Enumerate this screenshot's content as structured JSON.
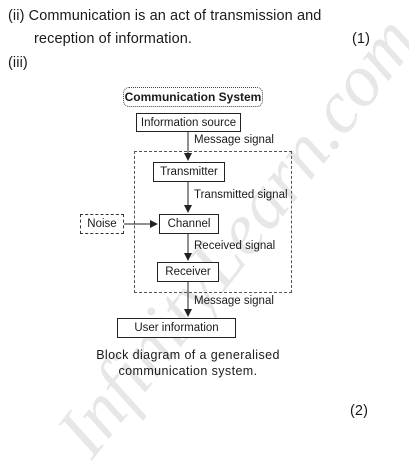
{
  "text": {
    "line_ii_a": "(ii) Communication  is  an  act  of  transmission  and",
    "line_ii_b": "reception of information.",
    "mark_ii": "(1)",
    "item_iii": "(iii)",
    "caption_a": "Block diagram of a generalised",
    "caption_b": "communication system.",
    "mark_iii": "(2)"
  },
  "diagram": {
    "title": "Communication System",
    "nodes": {
      "source": "Information source",
      "transmitter": "Transmitter",
      "channel": "Channel",
      "receiver": "Receiver",
      "user": "User information",
      "noise": "Noise"
    },
    "signals": {
      "message_top": "Message signal",
      "transmitted": "Transmitted signal",
      "received": "Received signal",
      "message_bottom": "Message signal"
    }
  },
  "watermark": "InfinityLearn.com"
}
